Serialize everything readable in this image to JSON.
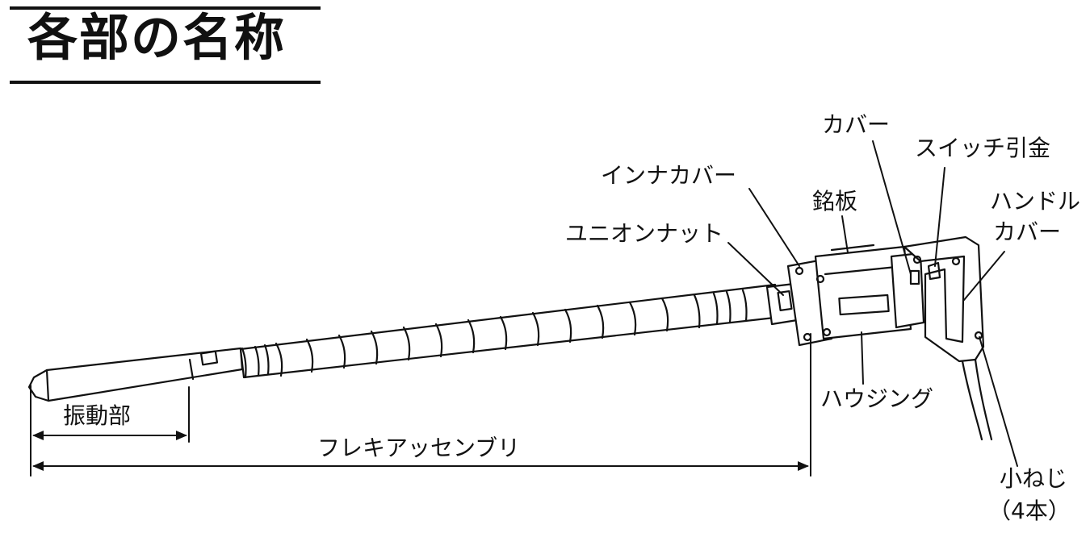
{
  "title": "各部の名称",
  "labels": {
    "vibration_part": "振動部",
    "flexible_assembly": "フレキアッセンブリ",
    "union_nut": "ユニオンナット",
    "inner_cover": "インナカバー",
    "nameplate": "銘板",
    "cover": "カバー",
    "switch_trigger": "スイッチ引金",
    "handle_cover_line1": "ハンドル",
    "handle_cover_line2": "カバー",
    "housing": "ハウジング",
    "small_screw_line1": "小ねじ",
    "small_screw_line2": "（4本）"
  }
}
